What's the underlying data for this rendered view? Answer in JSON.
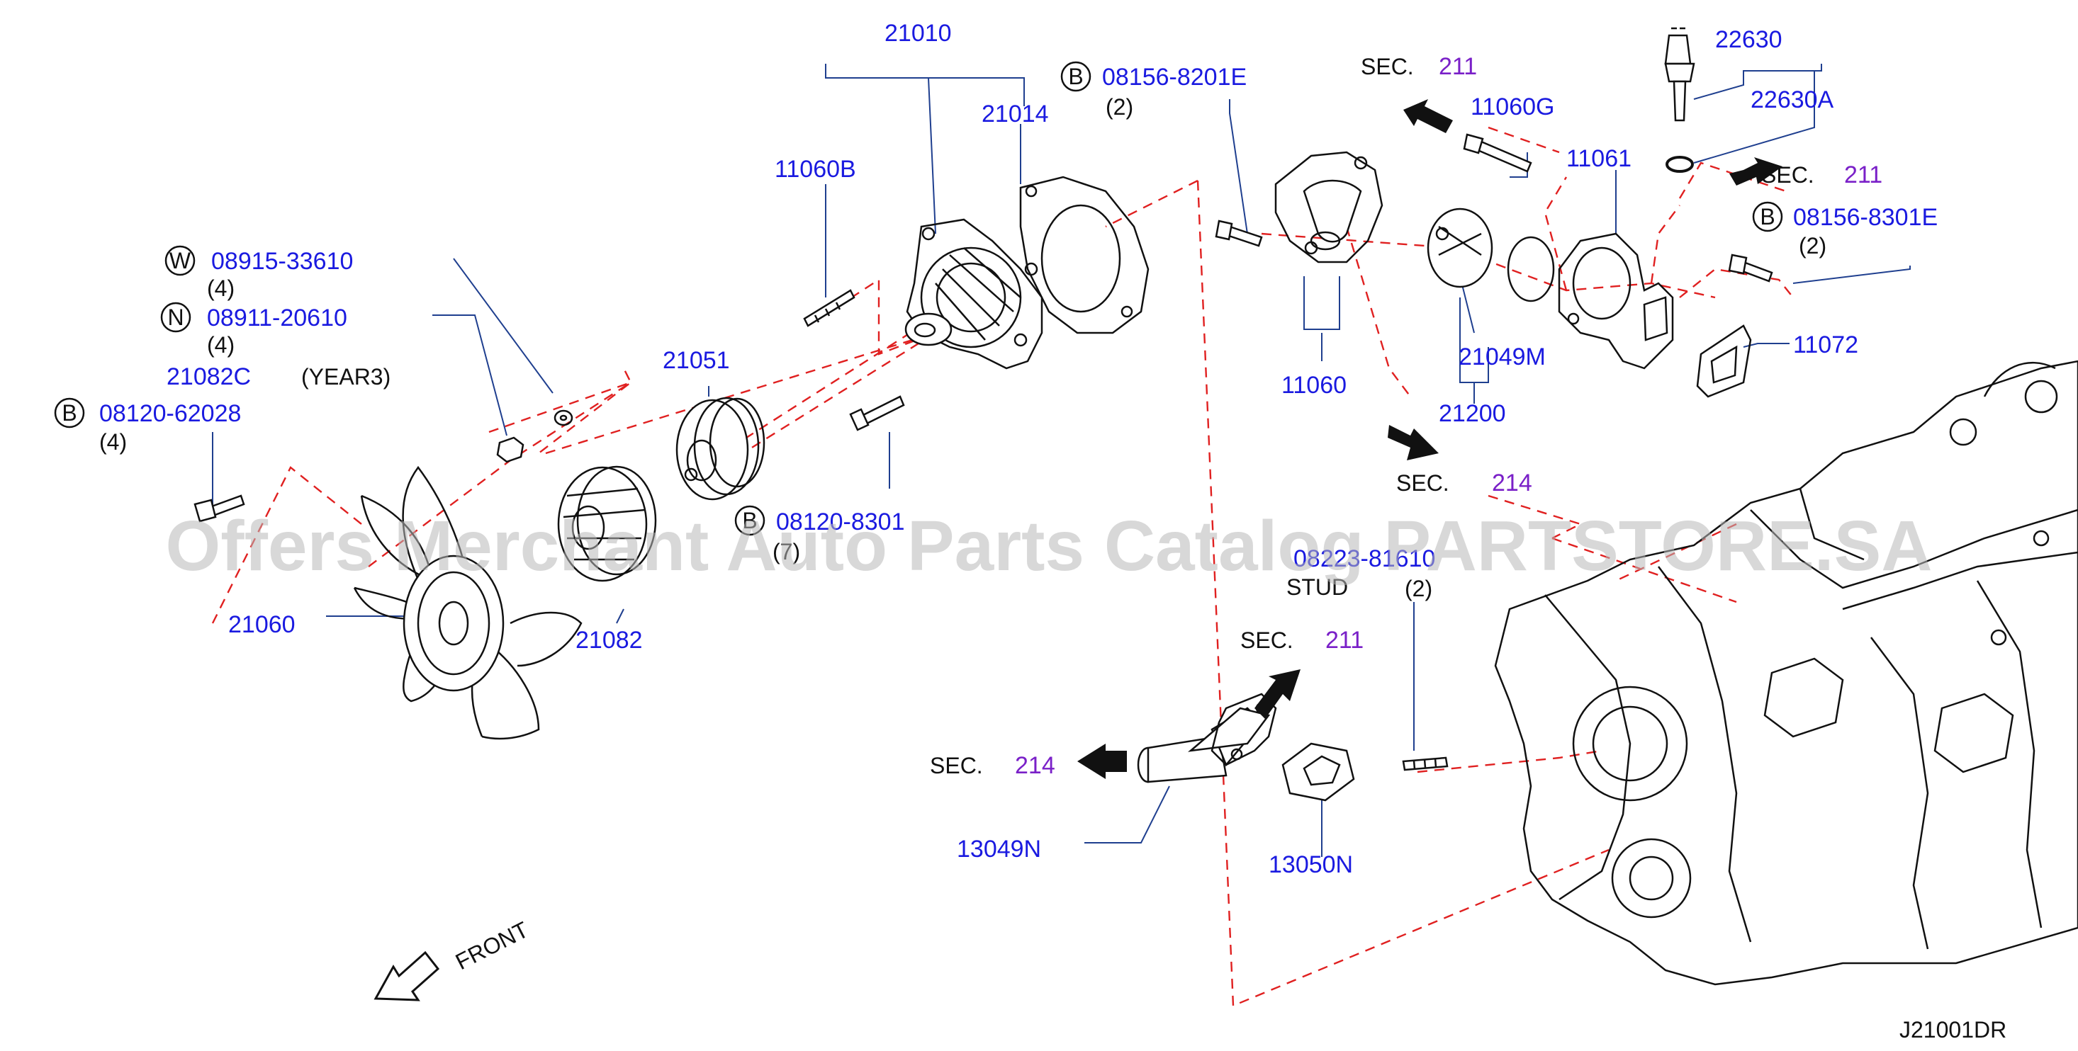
{
  "labels": {
    "p21010": "21010",
    "p21014": "21014",
    "p11060B": "11060B",
    "b08156_8201E": "08156-8201E",
    "b08156_8201E_qty": "(2)",
    "w08915": "08915-33610",
    "w08915_qty": "(4)",
    "n08911": "08911-20610",
    "n08911_qty": "(4)",
    "p21082C": "21082C",
    "year3": "(YEAR3)",
    "b08120_62028": "08120-62028",
    "b08120_62028_qty": "(4)",
    "p21051": "21051",
    "b08120_8301": "08120-8301",
    "b08120_8301_qty": "(7)",
    "p21060": "21060",
    "p21082": "21082",
    "p11060G": "11060G",
    "p11061": "11061",
    "p22630": "22630",
    "p22630A": "22630A",
    "b08156_8301E": "08156-8301E",
    "b08156_8301E_qty": "(2)",
    "p11060": "11060",
    "p21049M": "21049M",
    "p21200": "21200",
    "p11072": "11072",
    "stud_pn": "08223-81610",
    "stud": "STUD",
    "stud_qty": "(2)",
    "p13049N": "13049N",
    "p13050N": "13050N",
    "front": "FRONT",
    "diagram_code": "J21001DR"
  },
  "badges": {
    "b": "B",
    "w": "W",
    "n": "N"
  },
  "sections": {
    "sec_word": "SEC.",
    "s211_a": "211",
    "s211_b": "211",
    "s211_c": "211",
    "s214_a": "214",
    "s214_b": "214"
  },
  "watermark": "Offers Merchant Auto Parts Catalog PARTSTORE.SA",
  "colors": {
    "part_number": "#1a1ae0",
    "section_number": "#7a20c8",
    "guide_dash": "#e02020",
    "leader": "#1f3f8f"
  }
}
